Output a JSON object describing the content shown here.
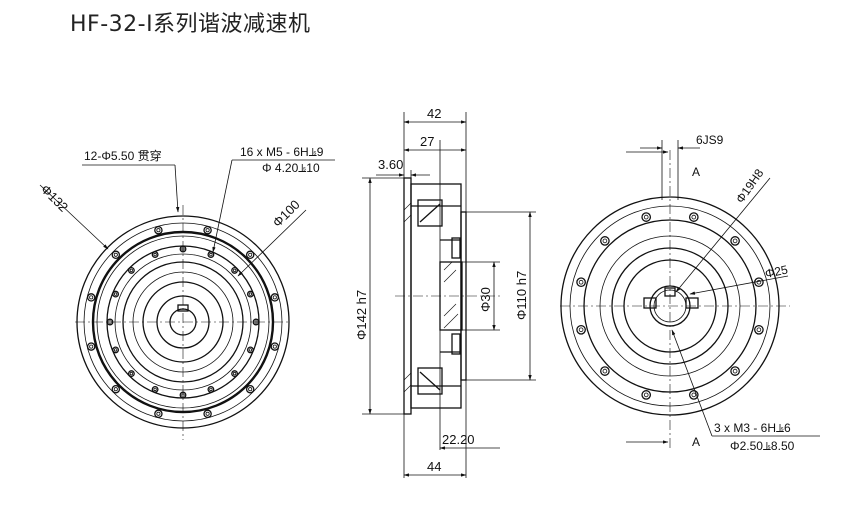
{
  "title": "HF-32-I系列谐波减速机",
  "front_view": {
    "hole_callout": "12-Φ5.50 贯穿",
    "thread_callout_1": "16 x  M5 - 6H⫡9",
    "thread_callout_2": "Φ 4.20⫡10",
    "outer_dia": "Φ132",
    "pcd_dia": "Φ100"
  },
  "side_view": {
    "width_top": "42",
    "width_mid": "27",
    "flange_thk": "3.60",
    "dia_outer": "Φ142 h7",
    "dia_boss": "Φ110 h7",
    "dia_bore": "Φ30",
    "width_bottom_inner": "22.20",
    "width_bottom": "44"
  },
  "rear_view": {
    "keyway": "6JS9",
    "section_mark_top": "A",
    "section_mark_bottom": "A",
    "bore_dia": "Φ19H8",
    "hub_dia": "Φ25",
    "thread_callout_1": "3 x  M3 - 6H⫡6",
    "thread_callout_2": "Φ2.50⫡8.50"
  }
}
